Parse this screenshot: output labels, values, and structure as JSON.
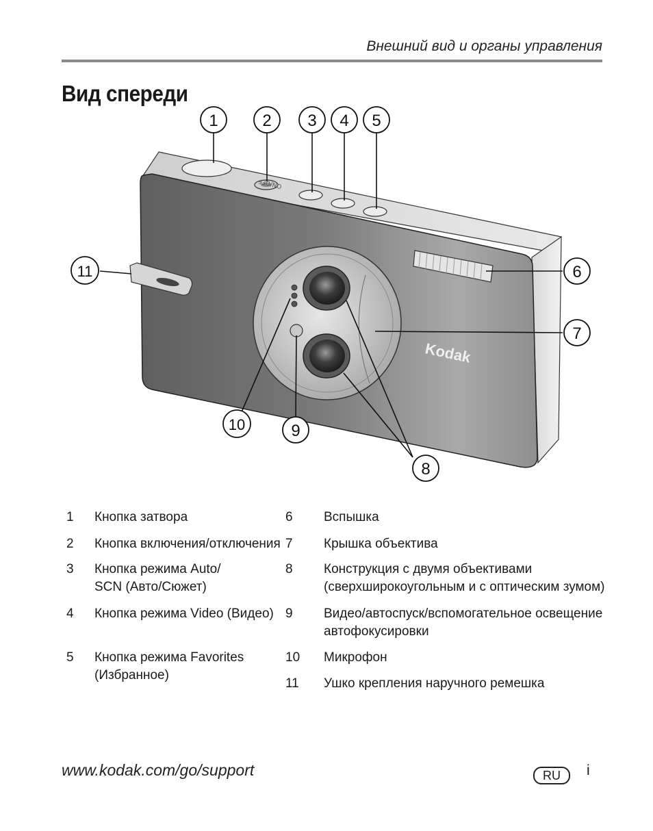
{
  "header": {
    "section_title": "Внешний вид и органы управления"
  },
  "page_title": "Вид спереди",
  "figure": {
    "brand_logo": "Kodak",
    "callouts": [
      "1",
      "2",
      "3",
      "4",
      "5",
      "6",
      "7",
      "8",
      "9",
      "10",
      "11"
    ]
  },
  "legend": {
    "left": [
      {
        "num": "1",
        "lines": [
          "Кнопка затвора"
        ]
      },
      {
        "num": "2",
        "lines": [
          "Кнопка включения/отключения"
        ]
      },
      {
        "num": "3",
        "lines": [
          "Кнопка режима Auto/",
          "SCN (Авто/Сюжет)"
        ]
      },
      {
        "num": "4",
        "lines": [
          "Кнопка режима Video (Видео)"
        ]
      },
      {
        "num": "5",
        "lines": [
          "Кнопка режима Favorites",
          "(Избранное)"
        ]
      }
    ],
    "right": [
      {
        "num": "6",
        "lines": [
          "Вспышка"
        ]
      },
      {
        "num": "7",
        "lines": [
          "Крышка объектива"
        ]
      },
      {
        "num": "8",
        "lines": [
          "Конструкция с двумя объективами",
          "(сверхширокоугольным и с оптическим зумом)"
        ]
      },
      {
        "num": "9",
        "lines": [
          "Видео/автоспуск/вспомогательное освещение",
          "автофокусировки"
        ]
      },
      {
        "num": "10",
        "lines": [
          "Микрофон"
        ]
      },
      {
        "num": "11",
        "lines": [
          "Ушко крепления наручного ремешка"
        ]
      }
    ]
  },
  "footer": {
    "url": "www.kodak.com/go/support",
    "lang": "RU",
    "page": "i"
  },
  "colors": {
    "rule": "#8a8a8a",
    "body_dark": "#6e6e6e",
    "body_light": "#b4b4b4",
    "text": "#1a1a1a"
  }
}
